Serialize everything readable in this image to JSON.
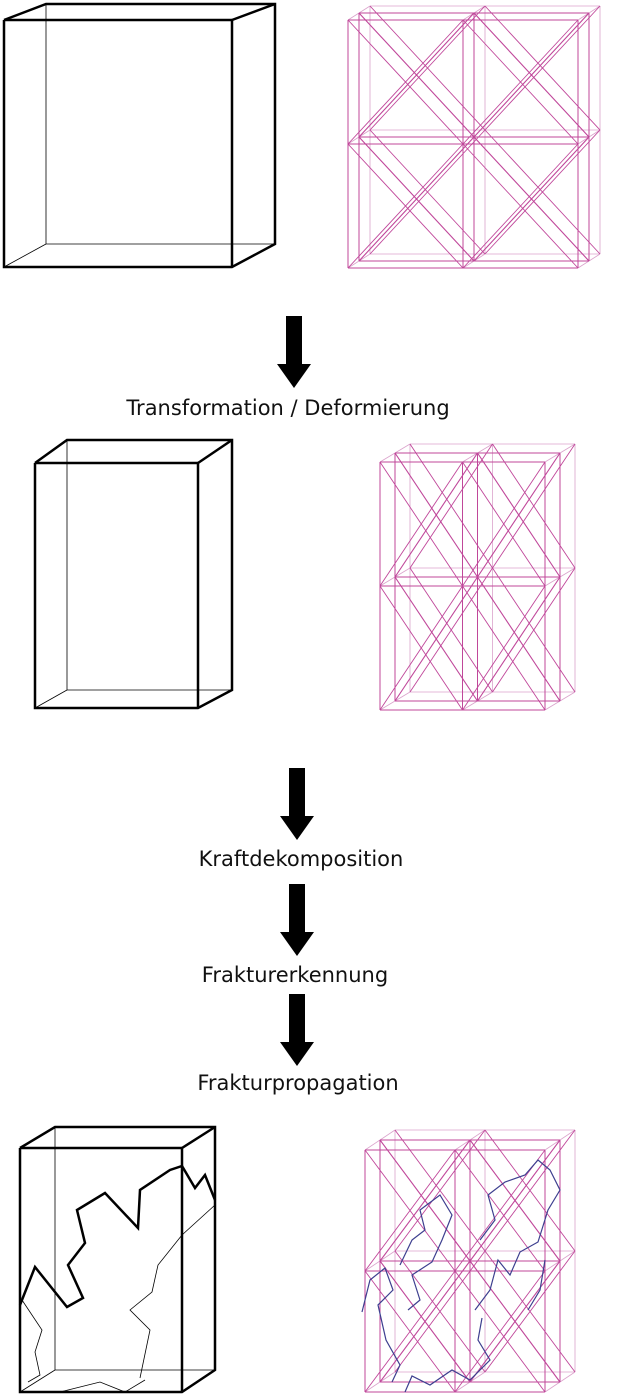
{
  "steps": {
    "transformation": "Transformation / Deformierung",
    "kraftdekomposition": "Kraftdekomposition",
    "frakturerkennung": "Frakturerkennung",
    "frakturpropagation": "Frakturpropagation"
  },
  "colors": {
    "solid": "#000000",
    "lattice": "#c0479a",
    "lattice_light": "#dba3cc",
    "fracture_lattice": "#3d3f8f"
  }
}
